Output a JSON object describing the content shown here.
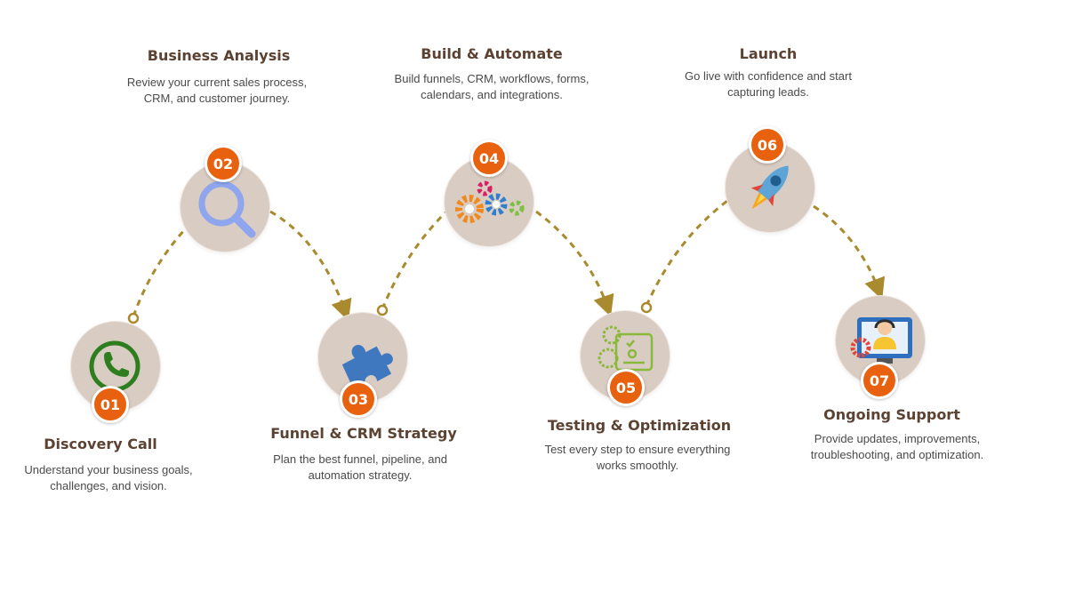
{
  "steps": [
    {
      "number": "01",
      "title": "Discovery Call",
      "description": "Understand your business goals, challenges, and vision.",
      "icon": "phone-icon"
    },
    {
      "number": "02",
      "title": "Business Analysis",
      "description": "Review your current sales process, CRM, and customer journey.",
      "icon": "magnifier-icon"
    },
    {
      "number": "03",
      "title": "Funnel & CRM Strategy",
      "description": "Plan the best funnel, pipeline, and automation strategy.",
      "icon": "puzzle-icon"
    },
    {
      "number": "04",
      "title": "Build & Automate",
      "description": "Build funnels, CRM, workflows, forms, calendars, and integrations.",
      "icon": "gears-icon"
    },
    {
      "number": "05",
      "title": "Testing & Optimization",
      "description": "Test every step to ensure everything works smoothly.",
      "icon": "testing-dashboard-icon"
    },
    {
      "number": "06",
      "title": "Launch",
      "description": "Go live with confidence and start capturing leads.",
      "icon": "rocket-icon"
    },
    {
      "number": "07",
      "title": "Ongoing Support",
      "description": "Provide updates, improvements, troubleshooting, and optimization.",
      "icon": "support-agent-icon"
    }
  ],
  "colors": {
    "badge": "#e8610f",
    "circle": "#d9ccc3",
    "connector": "#a98a2e",
    "title": "#5b4232",
    "description": "#4a4a4a"
  }
}
